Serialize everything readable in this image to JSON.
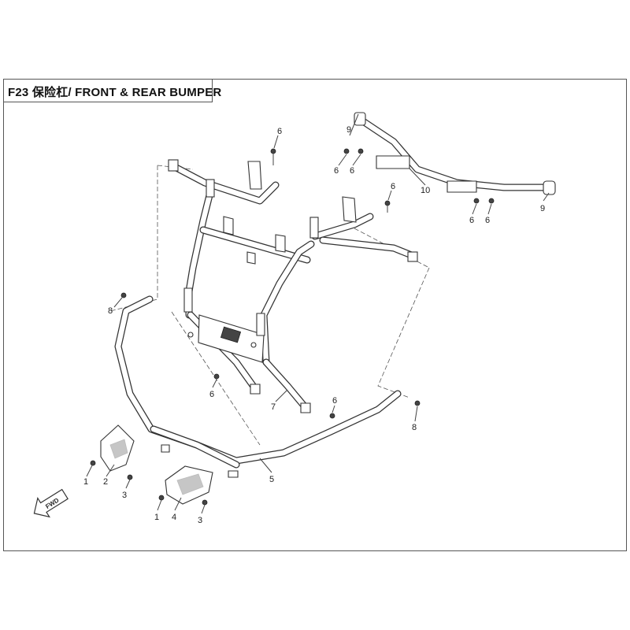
{
  "title": "F23 保险杠/ FRONT & REAR BUMPER",
  "callouts": {
    "c1a": "1",
    "c1b": "1",
    "c2": "2",
    "c3a": "3",
    "c3b": "3",
    "c4": "4",
    "c5": "5",
    "c6a": "6",
    "c6b": "6",
    "c6c": "6",
    "c6d": "6",
    "c6e": "6",
    "c6f": "6",
    "c6g": "6",
    "c6h": "6",
    "c7": "7",
    "c8a": "8",
    "c8b": "8",
    "c9a": "9",
    "c9b": "9",
    "c10": "10"
  },
  "fwd_label": "FWD"
}
